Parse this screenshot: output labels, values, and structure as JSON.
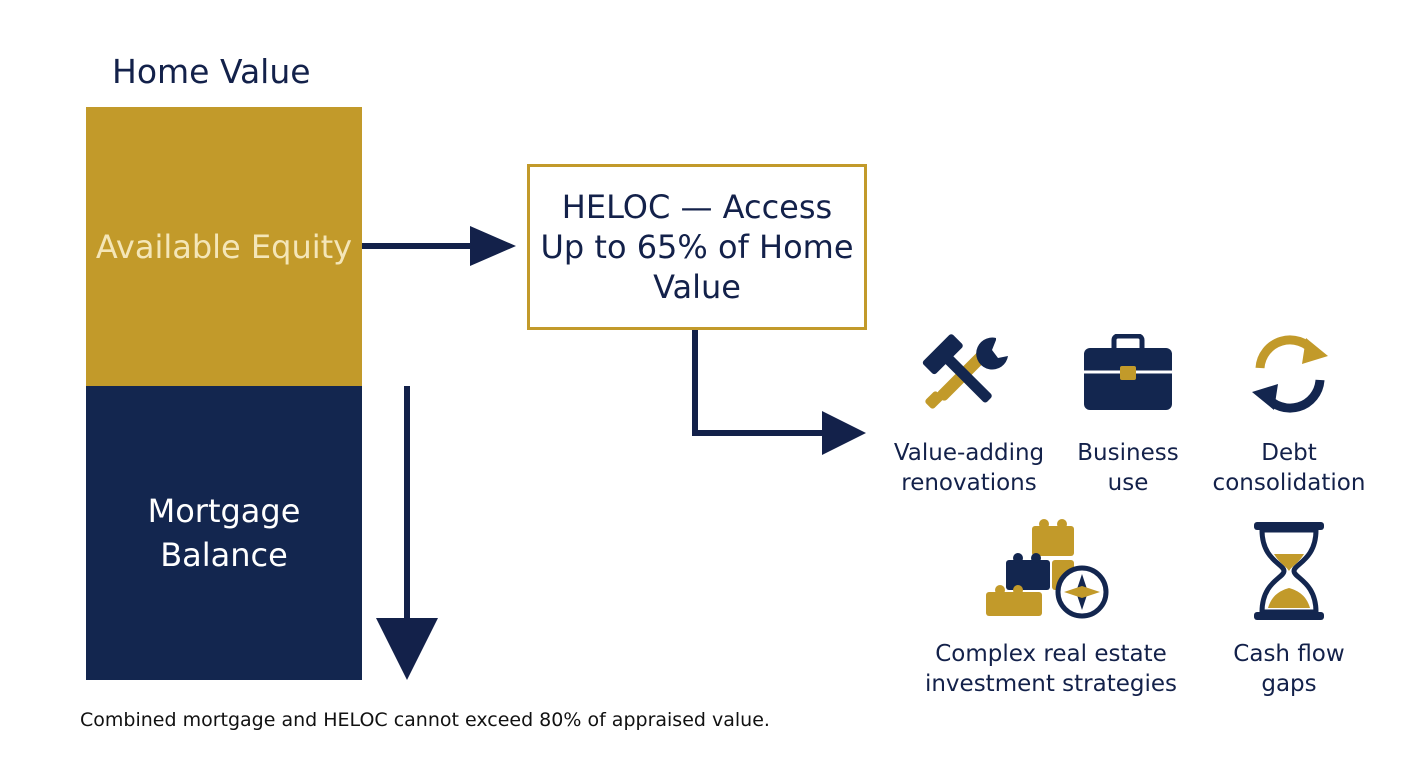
{
  "title": "Home Value",
  "bars": {
    "equity_label": "Available Equity",
    "mortgage_label": "Mortgage Balance"
  },
  "heloc": {
    "text": "HELOC — Access Up to 65% of Home Value"
  },
  "uses": [
    {
      "icon": "hammer-wrench-icon",
      "label_line1": "Value-adding",
      "label_line2": "renovations"
    },
    {
      "icon": "briefcase-icon",
      "label_line1": "Business",
      "label_line2": "use"
    },
    {
      "icon": "refresh-cycle-icon",
      "label_line1": "Debt",
      "label_line2": "consolidation"
    },
    {
      "icon": "blocks-compass-icon",
      "label_line1": "Complex real estate",
      "label_line2": "investment strategies"
    },
    {
      "icon": "hourglass-icon",
      "label_line1": "Cash flow",
      "label_line2": "gaps"
    }
  ],
  "footnote": "Combined mortgage and HELOC cannot exceed 80% of appraised value.",
  "colors": {
    "gold": "#c29a2a",
    "navy": "#13264f",
    "equity_text": "#f4e6b8"
  }
}
